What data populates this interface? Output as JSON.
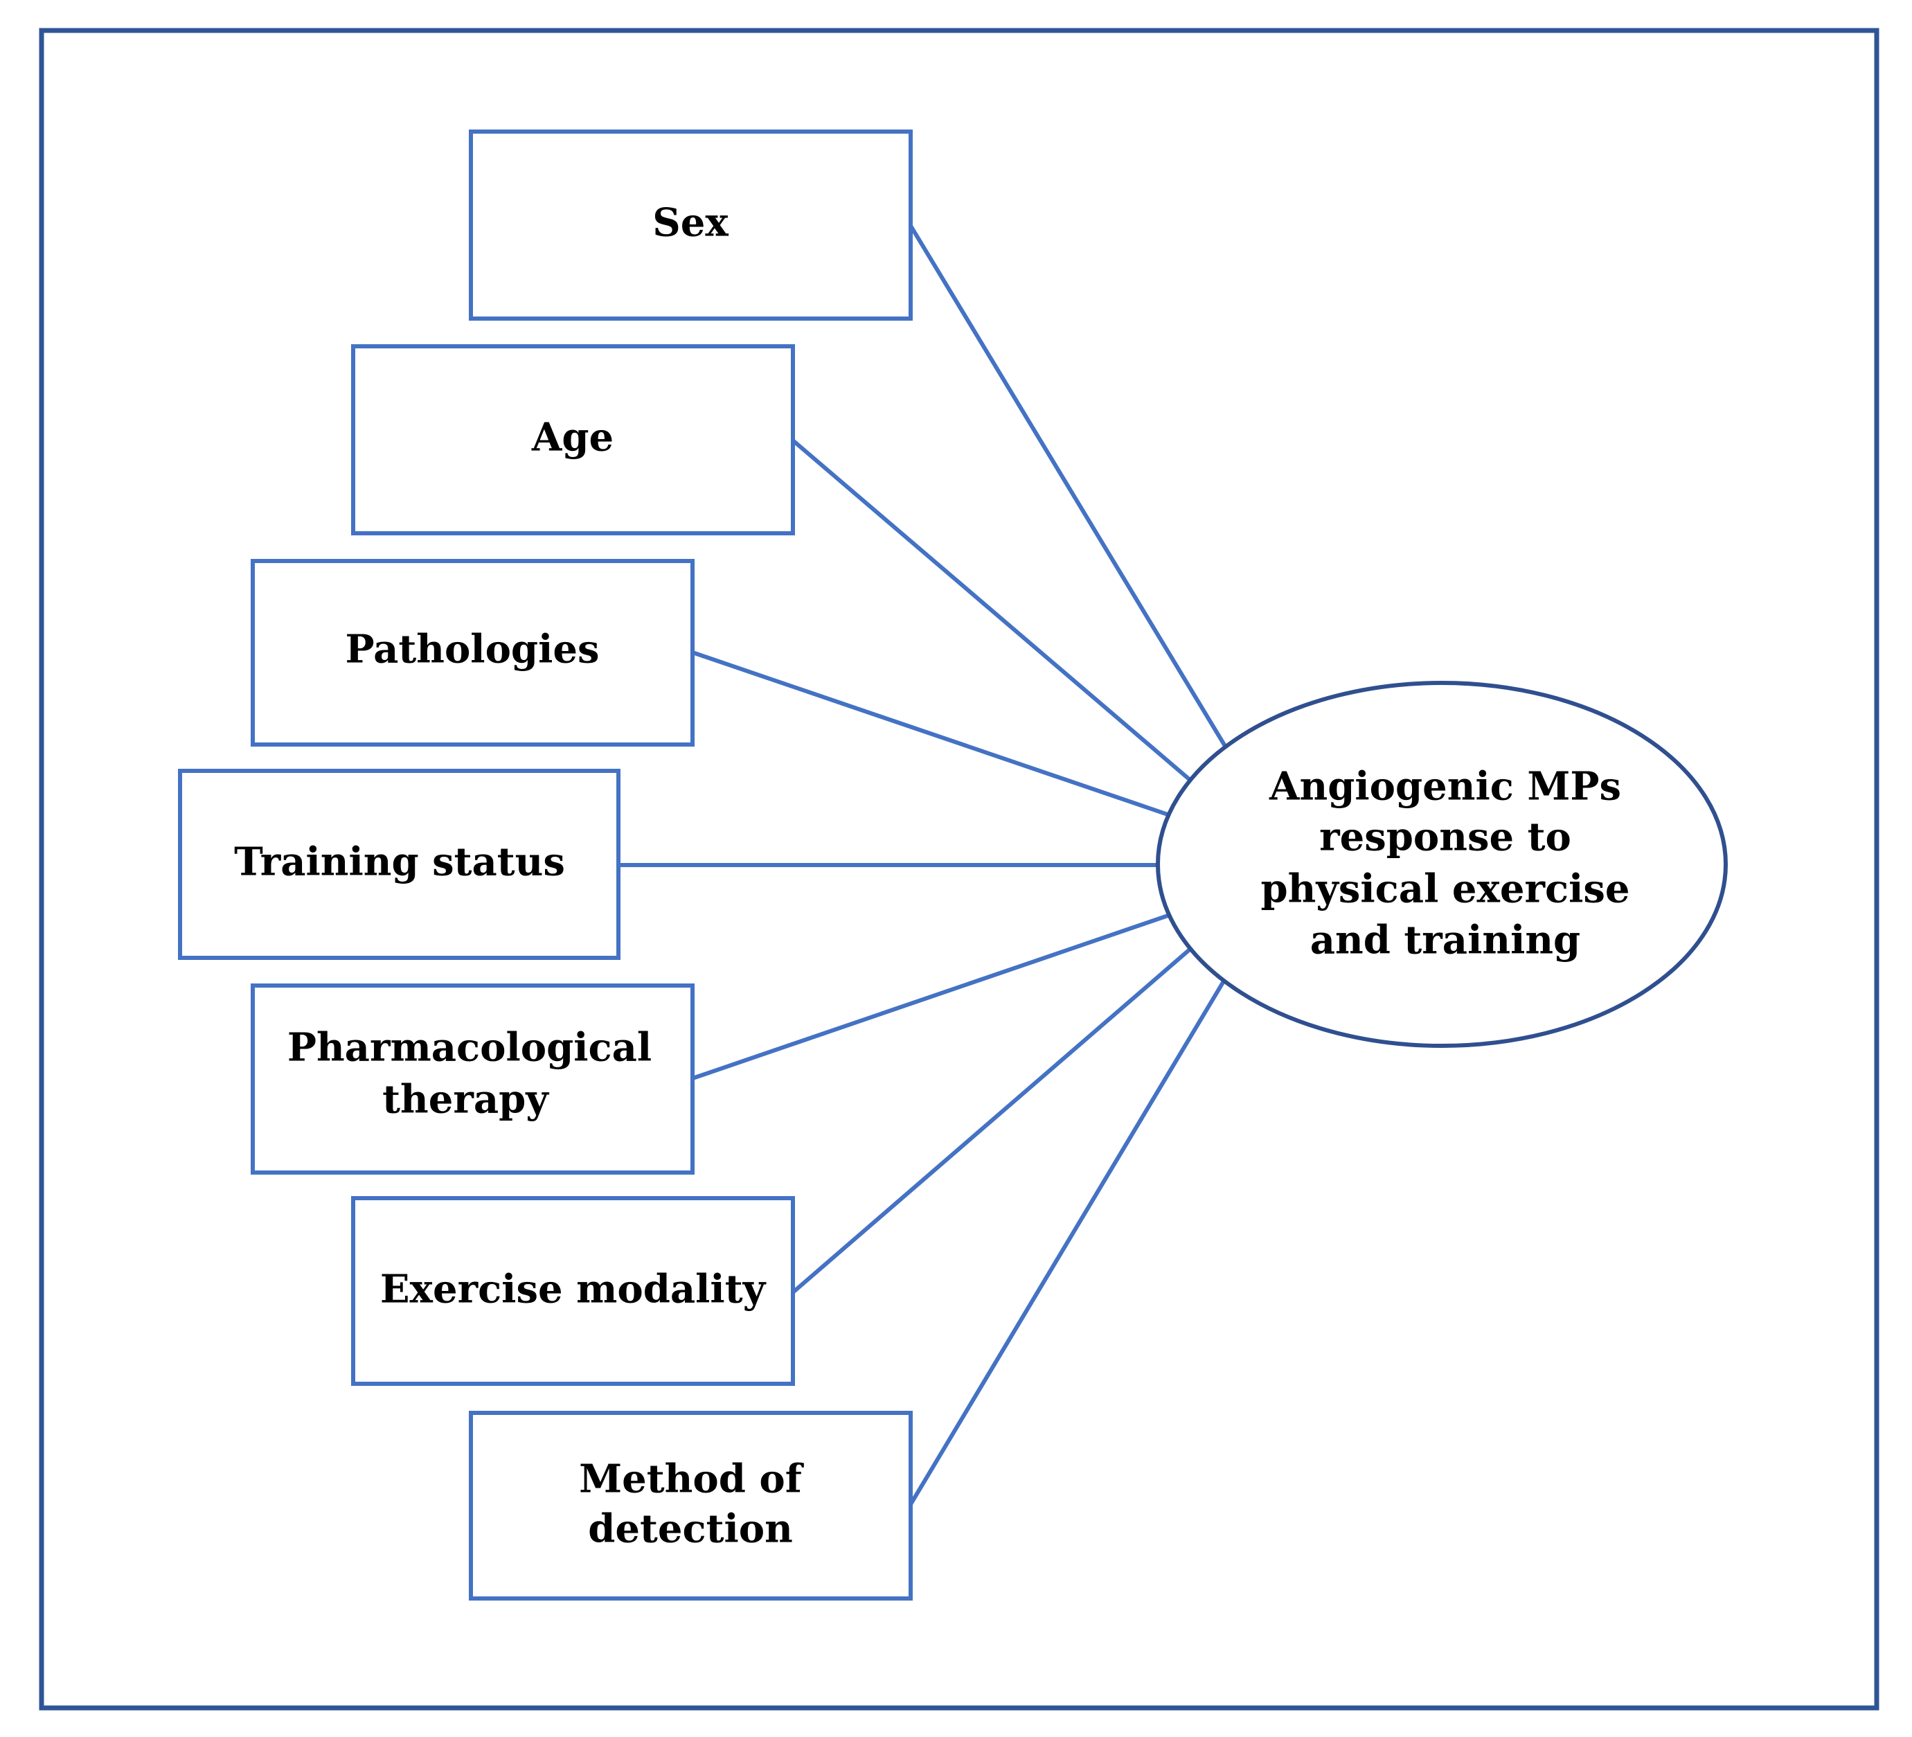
{
  "factors": [
    {
      "id": "sex",
      "lines": [
        "Sex"
      ]
    },
    {
      "id": "age",
      "lines": [
        "Age"
      ]
    },
    {
      "id": "pathologies",
      "lines": [
        "Pathologies"
      ]
    },
    {
      "id": "training-status",
      "lines": [
        "Training status"
      ]
    },
    {
      "id": "pharmacological-therapy",
      "lines": [
        "Pharmacological",
        "therapy"
      ]
    },
    {
      "id": "exercise-modality",
      "lines": [
        "Exercise modality"
      ]
    },
    {
      "id": "method-of-detection",
      "lines": [
        "Method of",
        "detection"
      ]
    }
  ],
  "outcome": {
    "lines": [
      "Angiogenic MPs",
      "response to",
      "physical exercise",
      "and training"
    ]
  },
  "colors": {
    "box_stroke": "#4472c4",
    "arrow": "#4472c4",
    "ellipse_stroke": "#2f4f8f",
    "frame_stroke": "#2f5597",
    "text": "#000000"
  }
}
